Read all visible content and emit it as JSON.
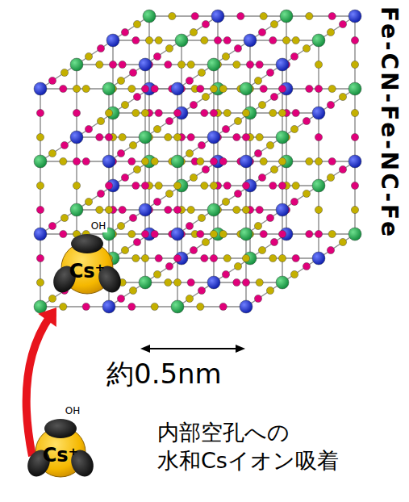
{
  "diagram": {
    "caption": "内部空孔への 水和Csイオン吸着",
    "labels": [
      "Fe-CN-Fe-NC-Fe",
      "Cs⁺",
      "OH",
      "Cs⁺",
      "OH",
      "約0.5nm"
    ]
  }
}
